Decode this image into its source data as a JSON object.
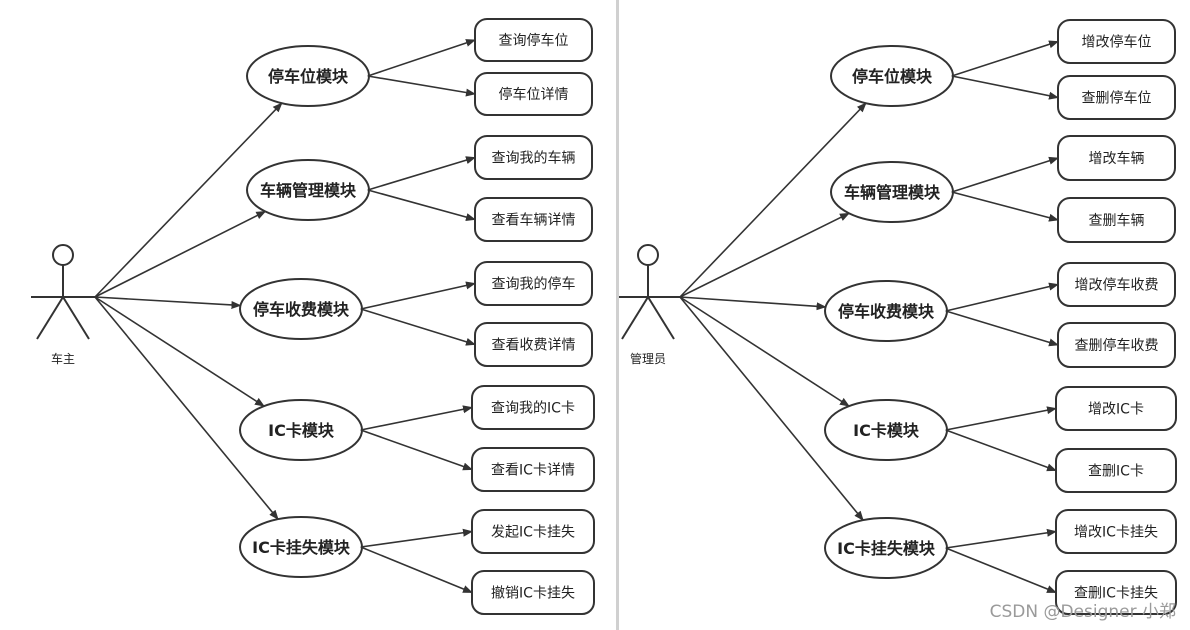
{
  "left_diagram": {
    "actor": "车主",
    "modules": [
      {
        "label": "停车位模块",
        "cases": [
          "查询停车位",
          "停车位详情"
        ]
      },
      {
        "label": "车辆管理模块",
        "cases": [
          "查询我的车辆",
          "查看车辆详情"
        ]
      },
      {
        "label": "停车收费模块",
        "cases": [
          "查询我的停车",
          "查看收费详情"
        ]
      },
      {
        "label": "IC卡模块",
        "cases": [
          "查询我的IC卡",
          "查看IC卡详情"
        ]
      },
      {
        "label": "IC卡挂失模块",
        "cases": [
          "发起IC卡挂失",
          "撤销IC卡挂失"
        ]
      }
    ]
  },
  "right_diagram": {
    "actor": "管理员",
    "modules": [
      {
        "label": "停车位模块",
        "cases": [
          "增改停车位",
          "查删停车位"
        ]
      },
      {
        "label": "车辆管理模块",
        "cases": [
          "增改车辆",
          "查删车辆"
        ]
      },
      {
        "label": "停车收费模块",
        "cases": [
          "增改停车收费",
          "查删停车收费"
        ]
      },
      {
        "label": "IC卡模块",
        "cases": [
          "增改IC卡",
          "查删IC卡"
        ]
      },
      {
        "label": "IC卡挂失模块",
        "cases": [
          "增改IC卡挂失",
          "查删IC卡挂失"
        ]
      }
    ]
  },
  "watermark": "CSDN @Designer 小郑",
  "colors": {
    "stroke": "#333333",
    "text": "#222222",
    "background": "#ffffff"
  }
}
